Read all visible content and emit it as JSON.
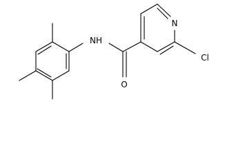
{
  "molecule": {
    "atoms": {
      "amide_nh": "NH",
      "carbonyl_o": "O",
      "ring_n": "N",
      "chlorine": "Cl"
    }
  }
}
